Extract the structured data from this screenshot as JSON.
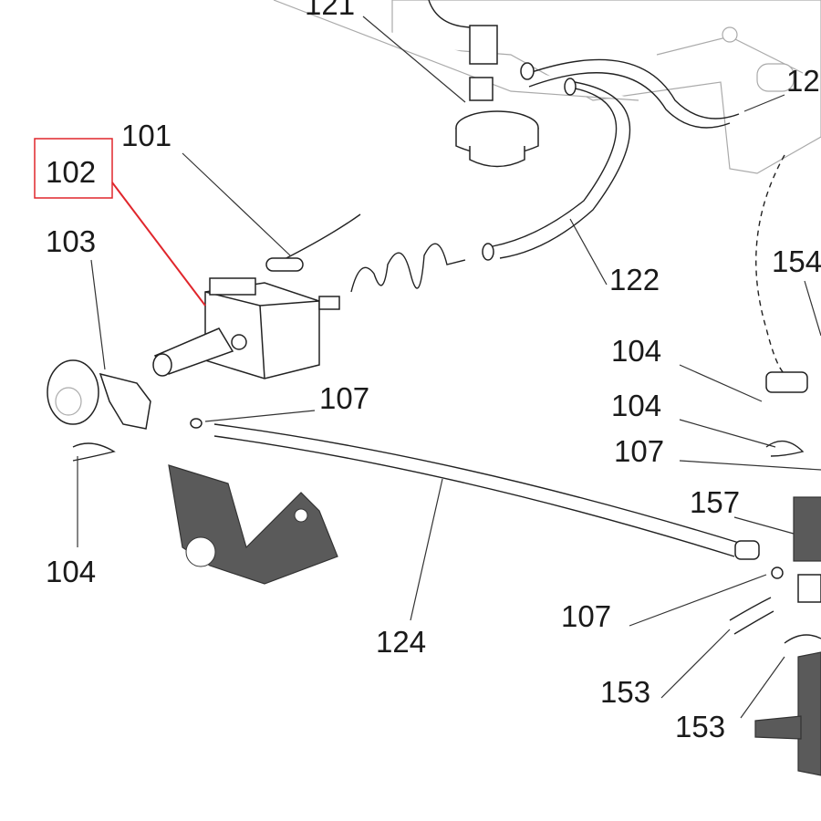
{
  "diagram": {
    "highlight_color": "#e0262c",
    "highlighted_part": "102",
    "labels": {
      "l121": "121",
      "l12x": "12",
      "l101": "101",
      "l102": "102",
      "l103": "103",
      "l154": "154",
      "l104a": "104",
      "l104b": "104",
      "l107a": "107",
      "l122": "122",
      "l107b": "107",
      "l157": "157",
      "l124": "124",
      "l104c": "104",
      "l107c": "107",
      "l153a": "153",
      "l153b": "153"
    }
  }
}
